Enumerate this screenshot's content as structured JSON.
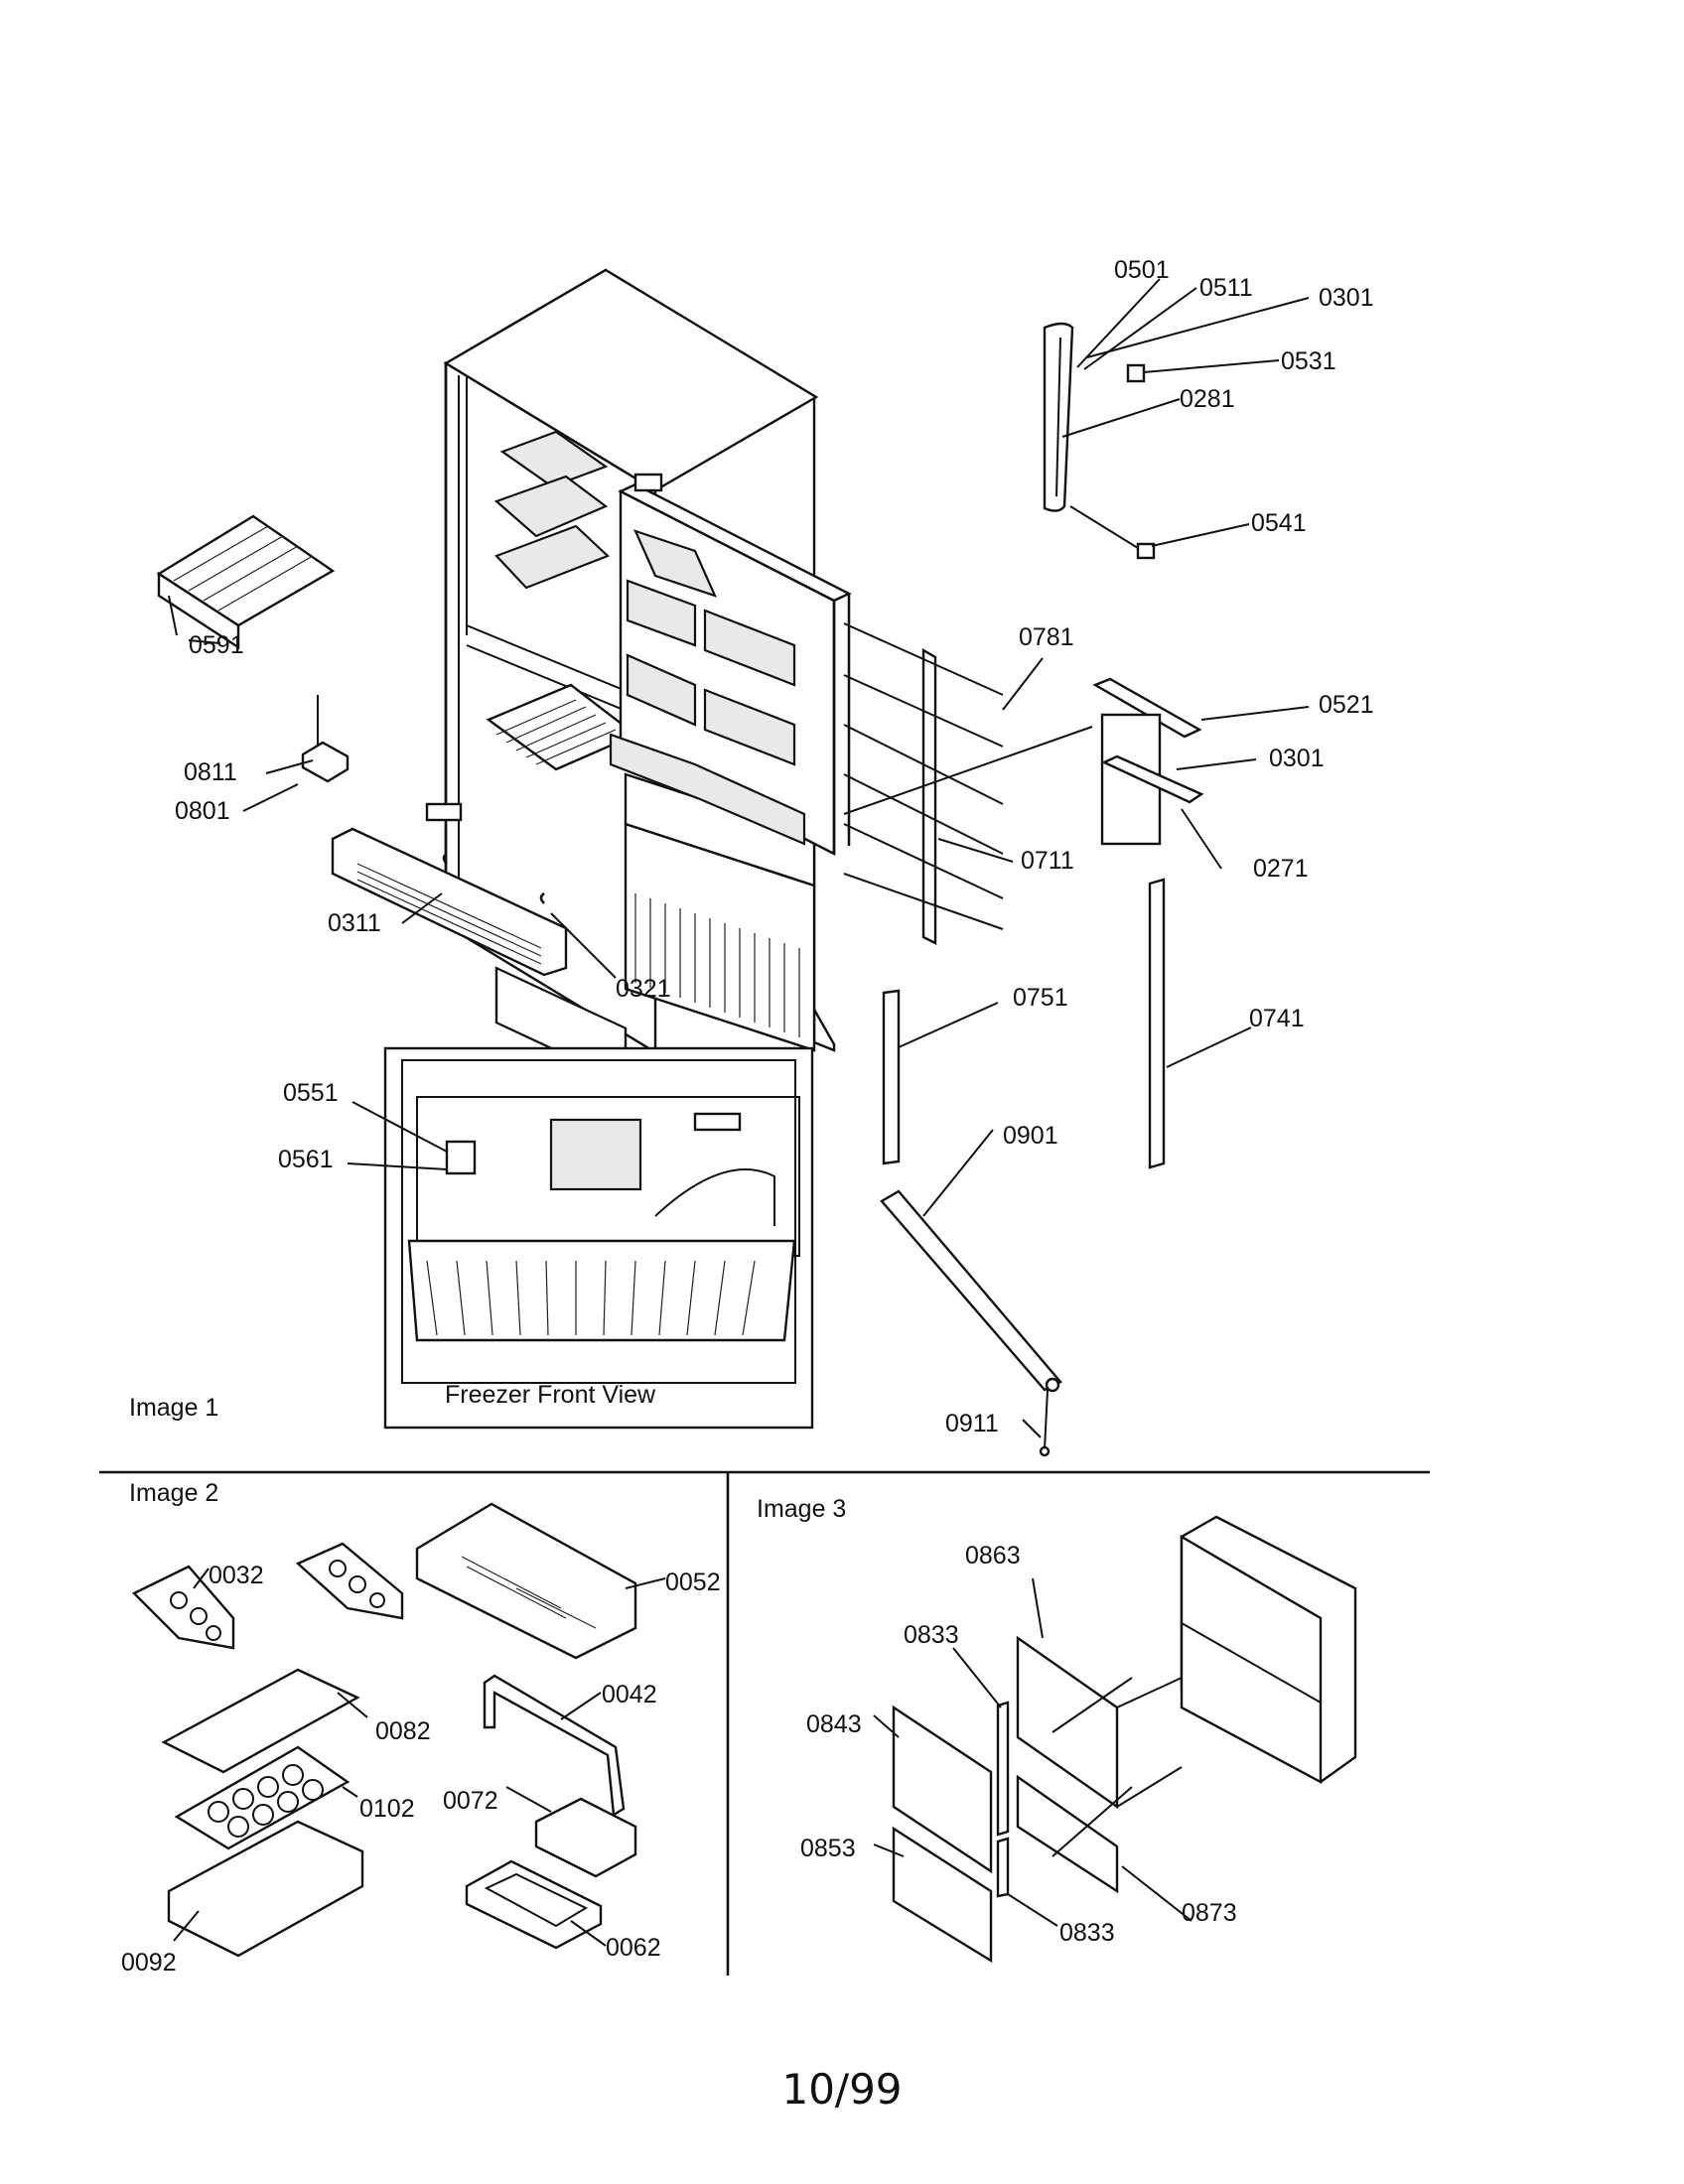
{
  "sections": {
    "image1": "Image 1",
    "image2": "Image 2",
    "image3": "Image 3"
  },
  "freezer_front_view": "Freezer Front View",
  "page_number": "10/99",
  "part_labels": {
    "p0501": "0501",
    "p0511": "0511",
    "p0301a": "0301",
    "p0531": "0531",
    "p0281": "0281",
    "p0541": "0541",
    "p0591": "0591",
    "p0781": "0781",
    "p0521": "0521",
    "p0301b": "0301",
    "p0811": "0811",
    "p0801": "0801",
    "p0711": "0711",
    "p0271": "0271",
    "p0311": "0311",
    "p0321": "0321",
    "p0751": "0751",
    "p0741": "0741",
    "p0551": "0551",
    "p0561": "0561",
    "p0901": "0901",
    "p0911": "0911",
    "p0032": "0032",
    "p0052": "0052",
    "p0082": "0082",
    "p0042": "0042",
    "p0102": "0102",
    "p0072": "0072",
    "p0092": "0092",
    "p0062": "0062",
    "p0863": "0863",
    "p0833a": "0833",
    "p0843": "0843",
    "p0853": "0853",
    "p0833b": "0833",
    "p0873": "0873"
  }
}
